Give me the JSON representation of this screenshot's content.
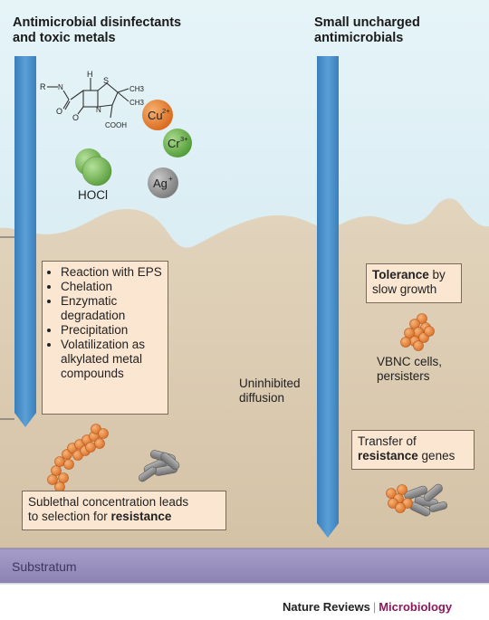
{
  "titles": {
    "left": [
      "Antimicrobial disinfectants",
      "and toxic metals"
    ],
    "right": [
      "Small uncharged",
      "antimicrobials"
    ]
  },
  "molecule": {
    "labels": [
      "H",
      "S",
      "R",
      "N",
      "CH3",
      "CH3",
      "O",
      "N",
      "COOH",
      "O"
    ]
  },
  "ions": [
    {
      "label": "Cu",
      "charge": "2+",
      "color": "#e07a2a"
    },
    {
      "label": "Cr",
      "charge": "3+",
      "color": "#6fae4a"
    },
    {
      "label": "Ag",
      "charge": "+",
      "color": "#8f8f8f"
    }
  ],
  "hocl": {
    "label": "HOCl",
    "color": "#6fae4a"
  },
  "mechanisms": {
    "items": [
      "Reaction with EPS",
      "Chelation",
      "Enzymatic degradation",
      "Precipitation",
      "Volatilization as alkylated metal compounds"
    ]
  },
  "uninhibited": [
    "Uninhibited",
    "diffusion"
  ],
  "tolerance": {
    "bold": "Tolerance",
    "rest1": " by",
    "line2": "slow growth"
  },
  "vbnc": [
    "VBNC cells,",
    "persisters"
  ],
  "transfer": {
    "line1": "Transfer of",
    "bold": "resistance",
    "rest": " genes"
  },
  "sublethal": {
    "line1": "Sublethal concentration leads",
    "line2_pre": "to selection for ",
    "bold": "resistance"
  },
  "substratum": "Substratum",
  "footer": {
    "publisher": "Nature Reviews",
    "separator": "|",
    "journal": "Microbiology"
  },
  "colors": {
    "water": "#d6ecf3",
    "biofilm": "#ddcdb5",
    "substratum": "#9a90bf",
    "arrow": "#4a8fc8",
    "box_fill": "#fbe6d2",
    "bacteria_orange": "#e58a3c",
    "bacteria_grey": "#8c8c8c"
  }
}
